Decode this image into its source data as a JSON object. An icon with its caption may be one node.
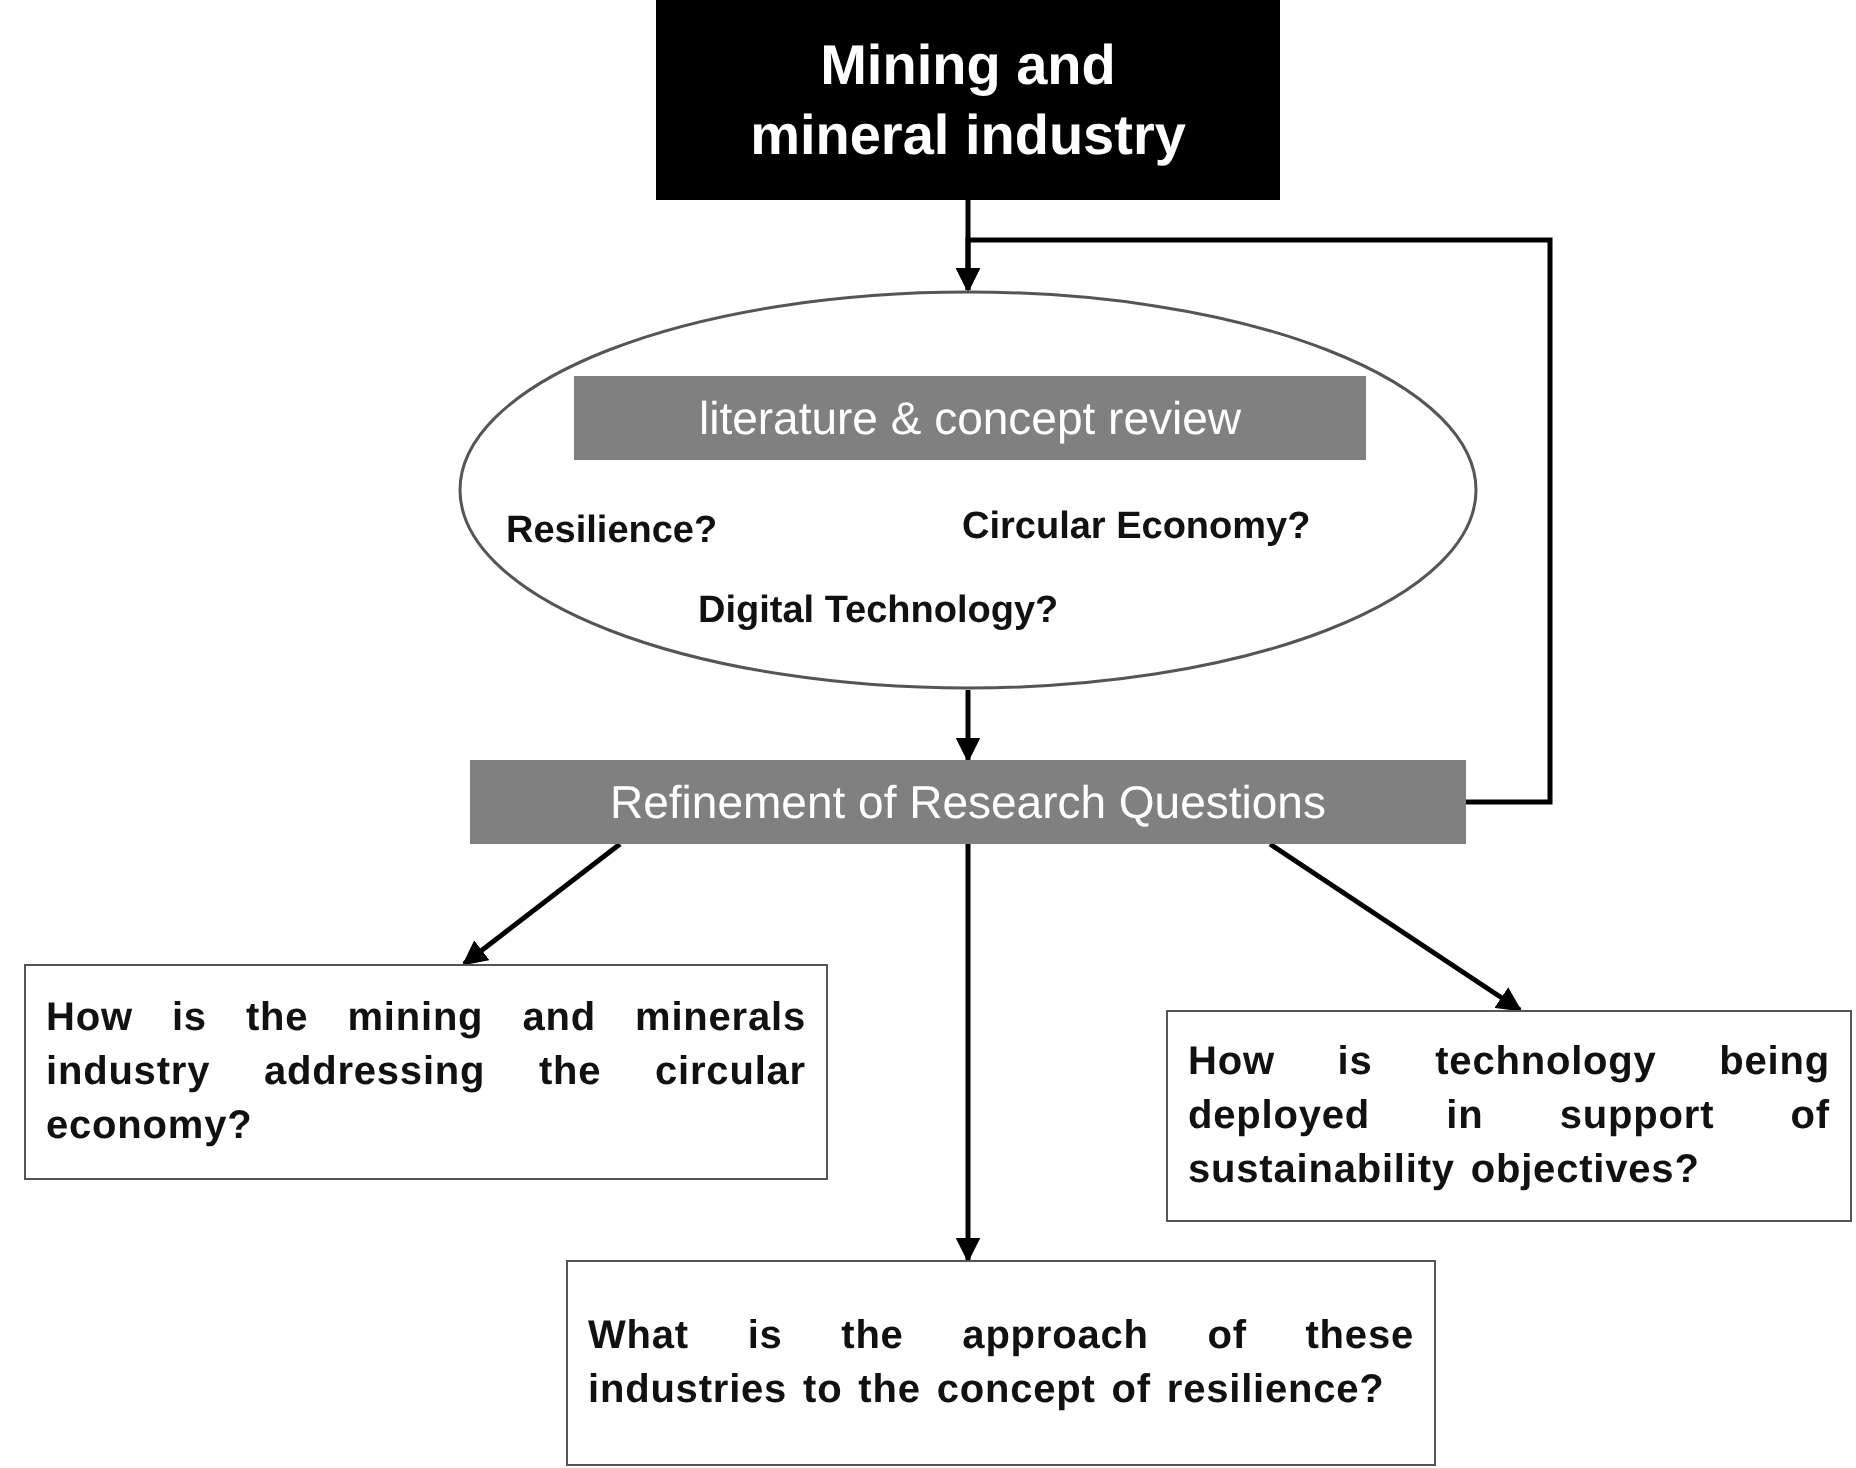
{
  "diagram": {
    "nodes": [
      {
        "text": [
          "Mining and mineral industry"
        ]
      },
      {
        "text": [
          "Resilience?",
          "Circular Economy?",
          "Digital Technology?"
        ]
      },
      {
        "text": [
          "literature & concept review"
        ],
        "in": 1
      },
      {
        "text": [
          "Refinement of Research Questions"
        ]
      },
      {
        "text": [
          "How is the mining and minerals industry addressing the circular economy?"
        ]
      },
      {
        "text": [
          "How is technology being deployed in support of sustainability objectives?"
        ]
      },
      {
        "text": [
          "What is the approach of these industries to the concept of resilience?"
        ]
      }
    ],
    "edges": [
      {
        "from": 0,
        "to": 1,
        "arrow": "to"
      },
      {
        "from": 1,
        "to": 3,
        "arrow": "to"
      },
      {
        "from": 3,
        "to": 1,
        "arrow": "to"
      },
      {
        "from": 3,
        "to": 4,
        "arrow": "to"
      },
      {
        "from": 3,
        "to": 6,
        "arrow": "to"
      },
      {
        "from": 3,
        "to": 5,
        "arrow": "to"
      }
    ]
  }
}
